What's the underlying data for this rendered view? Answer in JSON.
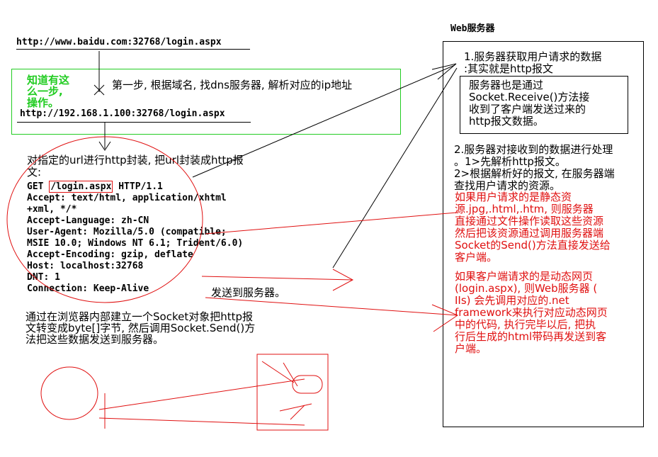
{
  "top_url": "http://www.baidu.com:32768/login.aspx",
  "green_note": "知道有这\n么一步,\n操作。",
  "step1": "第一步, 根据域名, 找dns服务器, 解析对应的ip地址",
  "ip_url": "http://192.168.1.100:32768/login.aspx",
  "ellipse_title": "对指定的url进行http封装, 把url封装成http报\n文:",
  "http_request": {
    "line1_prefix": "GET ",
    "line1_path": "/login.aspx",
    "line1_suffix": " HTTP/1.1",
    "headers": "Accept: text/html, application/xhtml\n+xml, */*\nAccept-Language: zh-CN\nUser-Agent: Mozilla/5.0 (compatible;\nMSIE 10.0; Windows NT 6.1; Trident/6.0)\nAccept-Encoding: gzip, deflate\nHost: localhost:32768\nDNT: 1\nConnection: Keep-Alive"
  },
  "send_to_server": "发送到服务器。",
  "browser_note": "通过在浏览器内部建立一个Socket对象把http报\n文转变成byte[]字节, 然后调用Socket.Send()方\n法把这些数据发送到服务器。",
  "web_server": {
    "title": "Web服务器",
    "point1": "1.服务器获取用户请求的数据\n:其实就是http报文",
    "socket_note": "服务器也是通过\nSocket.Receive()方法接\n收到了客户端发送过来的\nhttp报文数据。",
    "point2": "2.服务器对接收到的数据进行处理\n。1>先解析http报文。\n2>根据解析好的报文, 在服务器端\n查找用户请求的资源。",
    "static_note": "如果用户请求的是静态资\n源.jpg,.html,.htm, 则服务器\n直接通过文件操作读取这些资源\n然后把该资源通过调用服务器端\nSocket的Send()方法直接发送给\n客户端。",
    "dynamic_note": "如果客户端请求的是动态网页\n(login.aspx), 则Web服务器 (\nIIs) 会先调用对应的.net\nframework来执行对应动态网页\n中的代码, 执行完毕以后, 把执\n行后生成的html带码再发送到客\n户端。"
  },
  "colors": {
    "red": "#e01010",
    "green": "#22cc22",
    "black": "#000000"
  }
}
